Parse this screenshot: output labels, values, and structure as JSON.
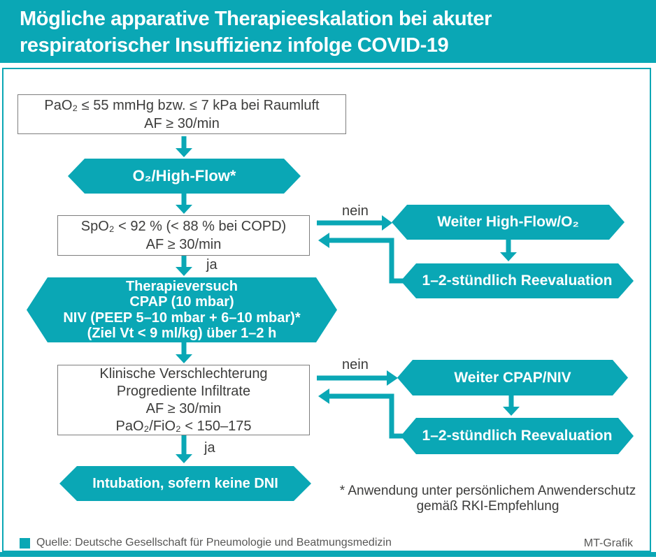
{
  "header": {
    "title_line1": "Mögliche apparative Therapieeskalation bei akuter",
    "title_line2": "respiratorischer Insuffizienz infolge COVID-19"
  },
  "flowchart": {
    "box1": {
      "line1": "PaO₂ ≤ 55 mmHg bzw. ≤ 7 kPa bei Raumluft",
      "line2": "AF ≥ 30/min"
    },
    "hex_highflow": {
      "label": "O₂/High-Flow*"
    },
    "box2": {
      "line1": "SpO₂ < 92 % (< 88 % bei COPD)",
      "line2": "AF ≥ 30/min"
    },
    "hex_therapie": {
      "line1": "Therapieversuch",
      "line2": "CPAP (10 mbar)",
      "line3": "NIV (PEEP 5–10 mbar + 6–10 mbar)*",
      "line4": "(Ziel Vt < 9 ml/kg) über 1–2 h"
    },
    "box3": {
      "line1": "Klinische Verschlechterung",
      "line2": "Progrediente Infiltrate",
      "line3": "AF ≥ 30/min",
      "line4": "PaO₂/FiO₂ < 150–175"
    },
    "hex_intubation": {
      "label": "Intubation, sofern keine DNI"
    },
    "hex_weiter_highflow": {
      "label": "Weiter High-Flow/O₂"
    },
    "hex_reeval1": {
      "label": "1–2-stündlich Reevaluation"
    },
    "hex_weiter_cpap": {
      "label": "Weiter CPAP/NIV"
    },
    "hex_reeval2": {
      "label": "1–2-stündlich Reevaluation"
    },
    "labels": {
      "nein1": "nein",
      "ja1": "ja",
      "nein2": "nein",
      "ja2": "ja"
    }
  },
  "footnote": {
    "line1": "* Anwendung unter persönlichem Anwenderschutz",
    "line2": "gemäß RKI-Empfehlung"
  },
  "footer": {
    "source": "Quelle: Deutsche Gesellschaft für Pneumologie und Beatmungsmedizin",
    "credit": "MT-Grafik"
  },
  "colors": {
    "teal": "#0aa7b5",
    "box_border": "#7e7e7e",
    "text_dark": "#3c3c3b",
    "footer_text": "#575756"
  }
}
